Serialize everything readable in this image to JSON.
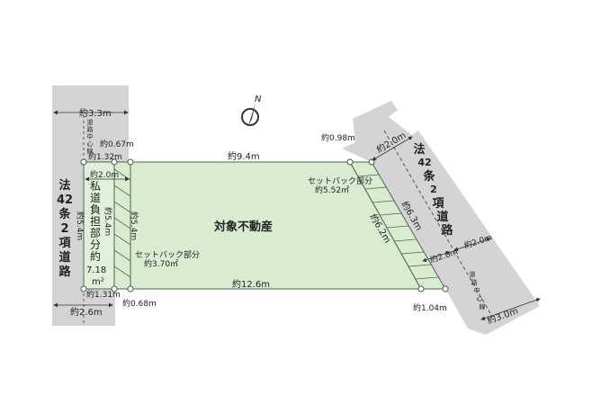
{
  "title": "対象不動産",
  "colors": {
    "plot": "#d9ecd2",
    "road": "#d4d4d6",
    "line": "#4a6a4a",
    "private_road": "#e1efdb"
  },
  "north_label": "N",
  "left_road": {
    "name": [
      "法",
      "42",
      "条",
      "2",
      "項",
      "道",
      "路"
    ],
    "center_line": [
      "道",
      "路",
      "中",
      "心",
      "線"
    ],
    "width_top": "約3.3m",
    "width_bottom": "約2.6m"
  },
  "private_road": {
    "label": [
      "私",
      "道",
      "負",
      "担",
      "部",
      "分",
      "約"
    ],
    "area": "7.18",
    "area_unit": "m²",
    "width": "約2.0m",
    "top": "約1.32m",
    "bottom": "約1.31m",
    "left_len": "約5.4m",
    "mid_len": "約5.4m",
    "right_len": "約5.4m"
  },
  "left_setback": {
    "label": "セットバック部分",
    "area": "約3.70㎡",
    "top": "約0.67m",
    "bottom": "約0.68m"
  },
  "plot": {
    "top": "約9.4m",
    "bottom": "約12.6m",
    "right_len": "約6.2m"
  },
  "right_setback": {
    "label": "セットバック部分",
    "area": "約5.52㎡",
    "top": "約0.98m",
    "bottom": "約1.04m",
    "len": "約6.3m"
  },
  "right_road": {
    "name": [
      "法",
      "42",
      "条",
      "2",
      "項",
      "道",
      "路"
    ],
    "center_line": [
      "道",
      "路",
      "中",
      "心",
      "線"
    ],
    "width_top": "約2.0m",
    "half_left": "約2.0m",
    "half_right": "約2.0m",
    "width_bottom": "約3.0m"
  }
}
